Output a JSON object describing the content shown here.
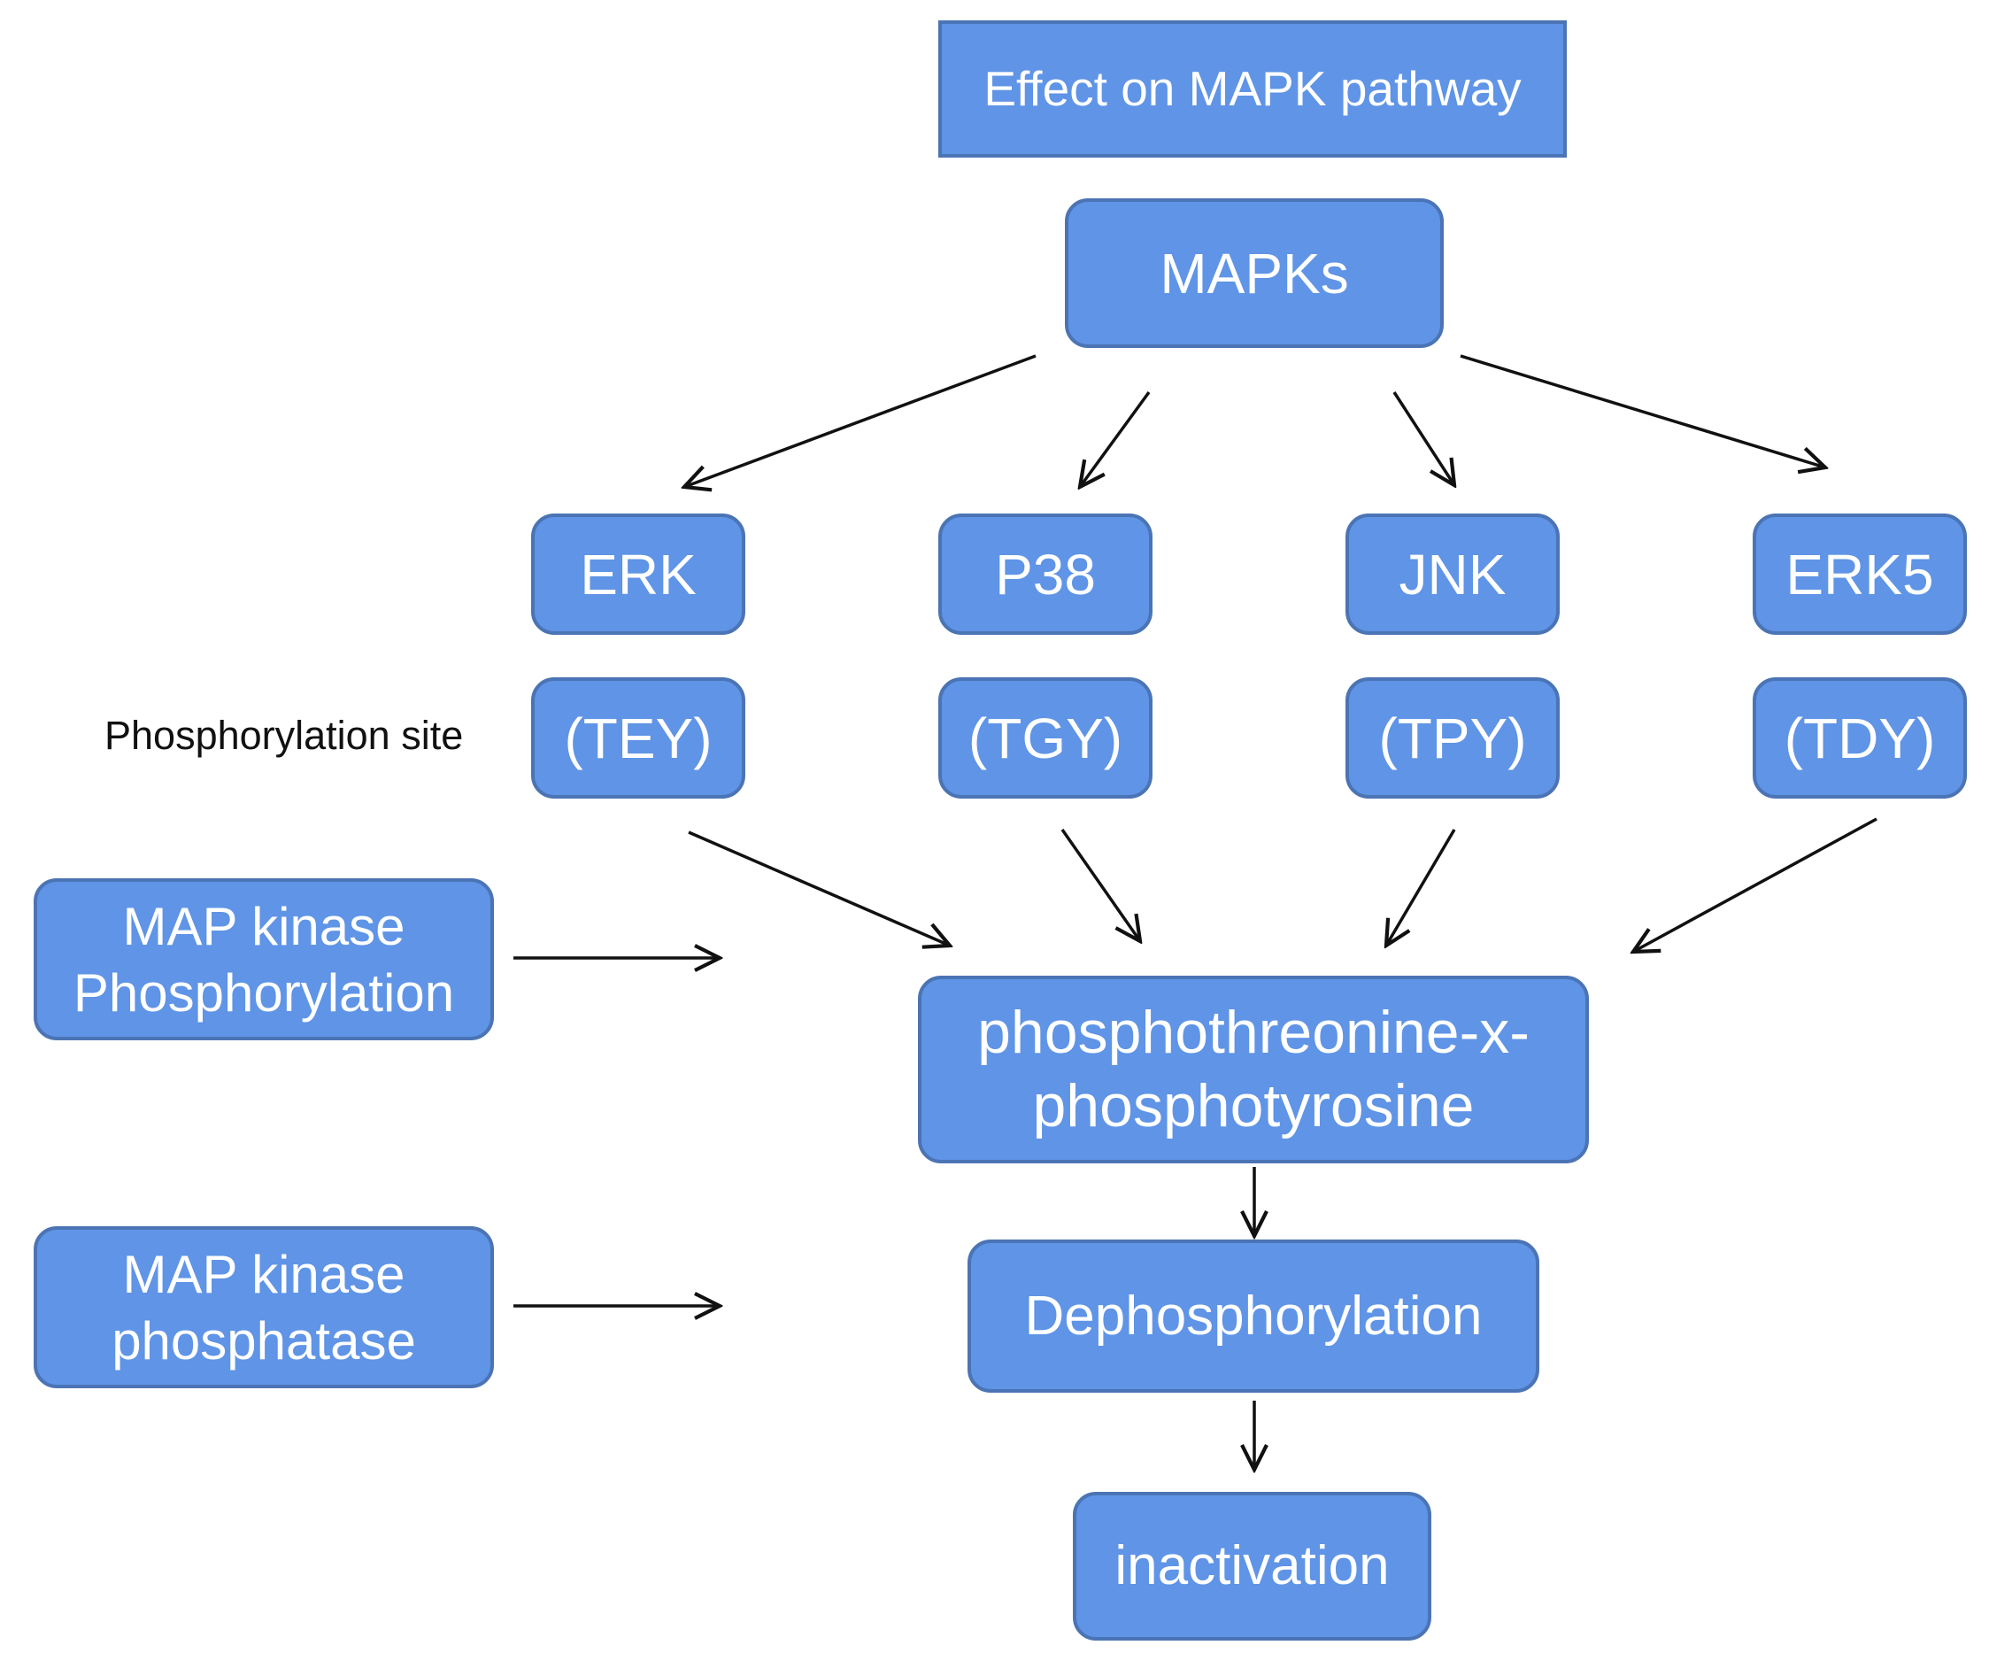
{
  "title": "Effect on MAPK pathway",
  "root": "MAPKs",
  "mapks": [
    {
      "name": "ERK",
      "site": "(TEY)"
    },
    {
      "name": "P38",
      "site": "(TGY)"
    },
    {
      "name": "JNK",
      "site": "(TPY)"
    },
    {
      "name": "ERK5",
      "site": "(TDY)"
    }
  ],
  "site_label": "Phosphorylation site",
  "kinase_phosphorylation": "MAP kinase\nPhosphorylation",
  "kinase_phosphatase": "MAP kinase\nphosphatase",
  "core": "phosphothreonine-x-\nphosphotyrosine",
  "dephosphorylation": "Dephosphorylation",
  "inactivation": "inactivation",
  "colors": {
    "box_fill": "#5f94e6",
    "box_border": "#4b74b5",
    "box_text": "#ffffff",
    "arrow": "#111111"
  }
}
